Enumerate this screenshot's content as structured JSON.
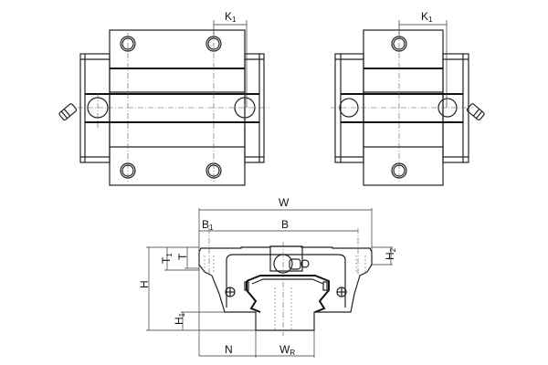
{
  "top_view_left": {
    "dimension_label": "K",
    "dimension_sub": "1"
  },
  "top_view_right": {
    "dimension_label": "K",
    "dimension_sub": "1"
  },
  "front_view": {
    "W": "W",
    "B": "B",
    "B1": {
      "label": "B",
      "sub": "1"
    },
    "T": "T",
    "T1": {
      "label": "T",
      "sub": "1"
    },
    "H": "H",
    "H1": {
      "label": "H",
      "sub": "1"
    },
    "H2": {
      "label": "H",
      "sub": "2"
    },
    "N": "N",
    "WR": {
      "label": "W",
      "sub": "R"
    }
  }
}
